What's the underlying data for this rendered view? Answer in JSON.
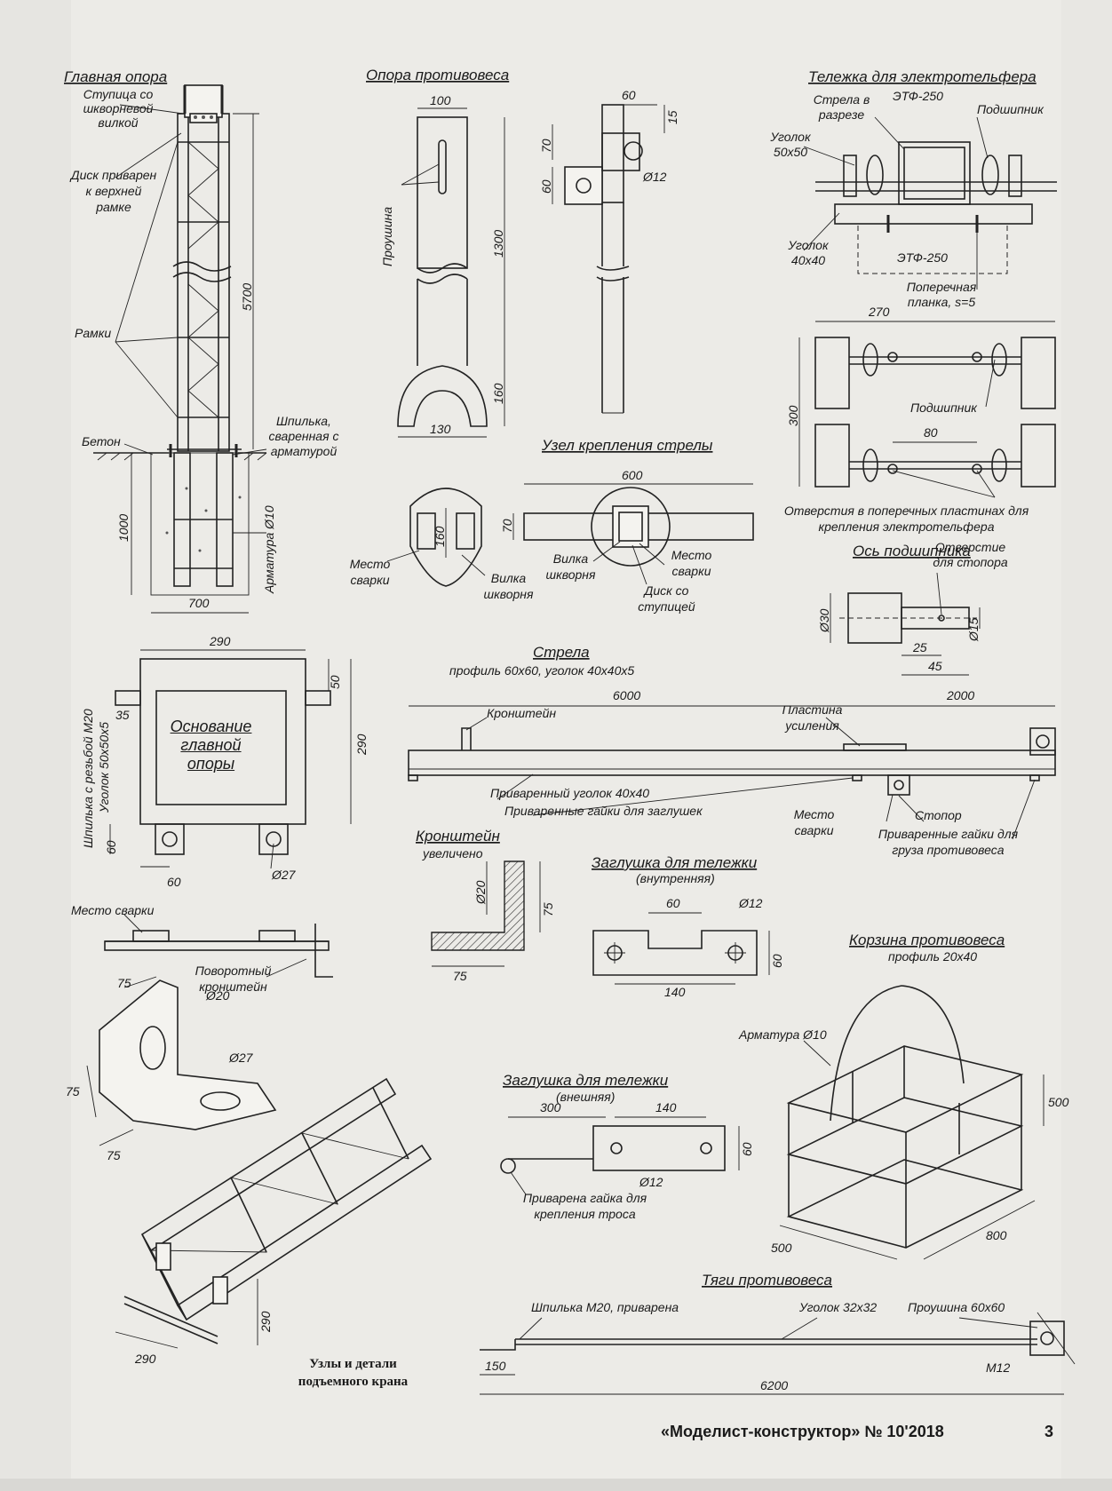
{
  "sections": {
    "main_support": "Главная опора",
    "counterweight_support": "Опора противовеса",
    "trolley": "Тележка для электротельфера",
    "boom_mount": "Узел крепления стрелы",
    "bearing_axle": "Ось подшипника",
    "base": "Основание главной опоры",
    "boom": "Стрела",
    "bracket": "Кронштейн",
    "plug_inner": "Заглушка для тележки",
    "plug_outer": "Заглушка для тележки",
    "basket": "Корзина противовеса",
    "rods": "Тяги противовеса"
  },
  "labels": {
    "hub": "Ступица со шкворневой вилкой",
    "disc": "Диск приварен к верхней рамке",
    "frames": "Рамки",
    "concrete": "Бетон",
    "stud_rebar": "Шпилька, сваренная с арматурой",
    "rebar10": "Арматура Ø10",
    "lug": "Проушина",
    "weld_place": "Место сварки",
    "kingpin_fork": "Вилка шкворня",
    "disc_hub": "Диск со ступицей",
    "boom_section": "Стрела в разрезе",
    "etf": "ЭТФ-250",
    "bearing": "Подшипник",
    "angle50": "Уголок 50х50",
    "angle40": "Уголок 40х40",
    "cross_plate": "Поперечная планка, s=5",
    "holes_cross": "Отверстия в поперечных пластинах для крепления электротельфера",
    "hole_stopper": "Отверстие для стопора",
    "boom_profile": "профиль 60х60, уголок 40х40х5",
    "reinf_plate": "Пластина усиления",
    "welded_angle": "Приваренный уголок 40х40",
    "welded_nuts_plugs": "Приваренные гайки для заглушек",
    "stopper": "Стопор",
    "welded_nuts_weight": "Приваренные гайки для груза противовеса",
    "enlarged": "увеличено",
    "inner": "(внутренняя)",
    "outer": "(внешняя)",
    "stud_m20": "Шпилька с резьбой М20",
    "angle_base": "Уголок 50х50х5",
    "pivot_bracket": "Поворотный кронштейн",
    "nut_cable": "Приварена гайка для крепления троса",
    "basket_profile": "профиль 20х40",
    "rebar_basket": "Арматура Ø10",
    "stud_welded": "Шпилька М20, приварена",
    "angle32": "Уголок 32х32",
    "lug60": "Проушина 60х60",
    "m12": "М12",
    "caption": "Узлы и детали подъемного крана"
  },
  "dims": {
    "d5700": "5700",
    "d1000": "1000",
    "d700": "700",
    "d100": "100",
    "d1300": "1300",
    "d160a": "160",
    "d130": "130",
    "d160b": "160",
    "d60a": "60",
    "d15": "15",
    "d70a": "70",
    "d60b": "60",
    "phi12a": "Ø12",
    "d600": "600",
    "d70b": "70",
    "d270": "270",
    "d300": "300",
    "d80": "80",
    "phi30": "Ø30",
    "phi15": "Ø15",
    "d25": "25",
    "d45": "45",
    "d290a": "290",
    "d50": "50",
    "d290b": "290",
    "d35": "35",
    "d60c": "60",
    "d60d": "60",
    "phi27": "Ø27",
    "d6000": "6000",
    "d2000": "2000",
    "phi20": "Ø20",
    "d75a": "75",
    "d75b": "75",
    "d60e": "60",
    "phi12b": "Ø12",
    "d60f": "60",
    "d140a": "140",
    "d500a": "500",
    "d800": "800",
    "d500b": "500",
    "d300b": "300",
    "d140b": "140",
    "d60g": "60",
    "phi12c": "Ø12",
    "iso75a": "75",
    "iso20": "Ø20",
    "iso27": "Ø27",
    "iso75b": "75",
    "iso75c": "75",
    "iso290a": "290",
    "iso290b": "290",
    "d150": "150",
    "d6200": "6200"
  },
  "footer": {
    "magazine": "«Моделист-конструктор» № 10'2018",
    "page": "3"
  }
}
